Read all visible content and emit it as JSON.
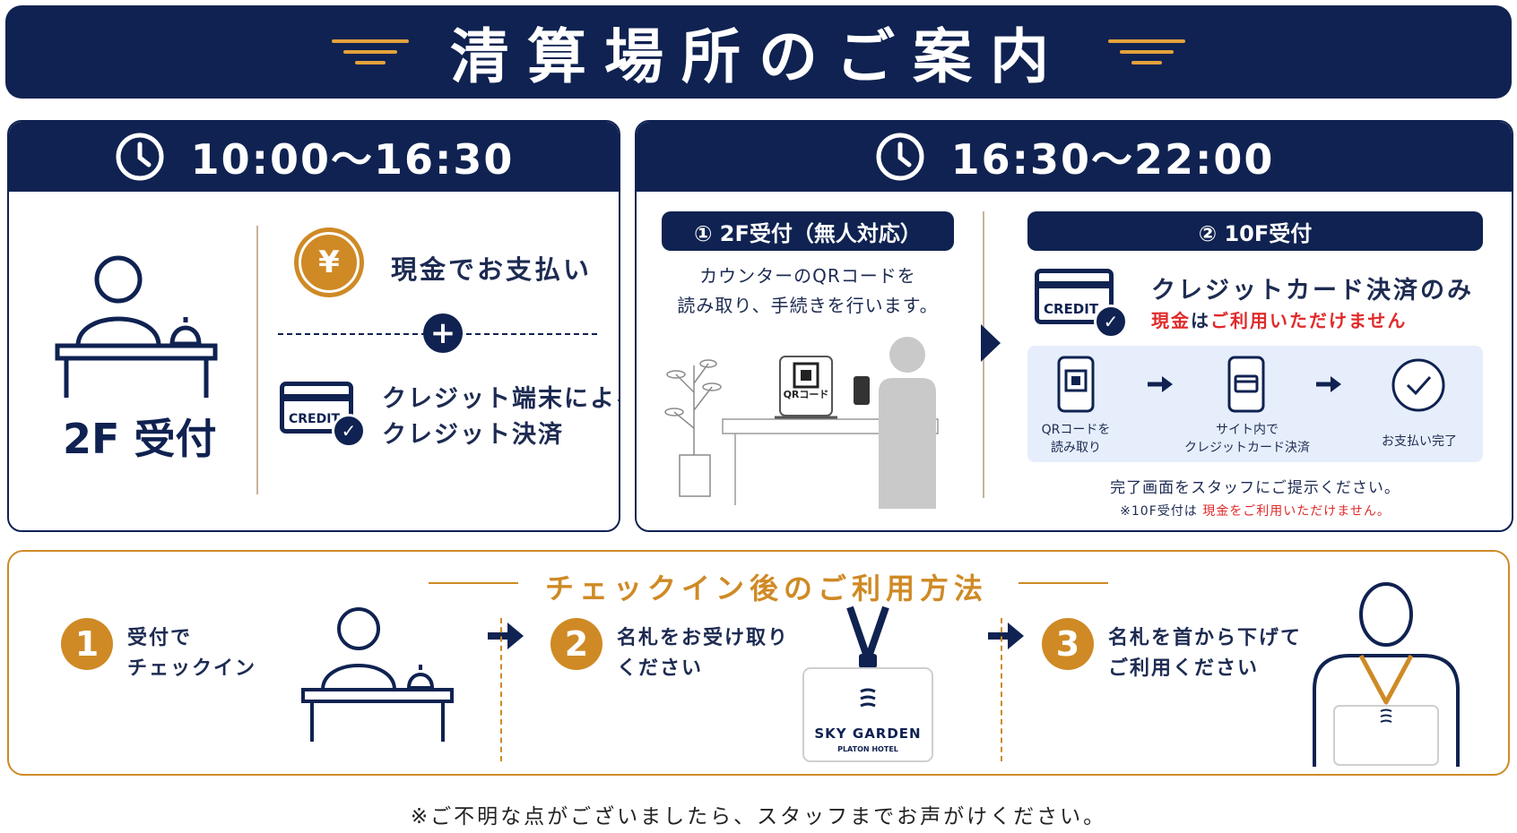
{
  "title": "清算場所のご案内",
  "left_panel": {
    "time": "10:00～16:30",
    "reception": "2F 受付",
    "cash_label": "現金でお支払い",
    "yen_symbol": "¥",
    "plus_symbol": "+",
    "credit_card_text": "CREDIT",
    "credit_line1": "クレジット端末による",
    "credit_line2": "クレジット決済"
  },
  "right_panel": {
    "time": "16:30～22:00",
    "section1": {
      "pill": "① 2F受付（無人対応）",
      "text_line1": "カウンターのQRコードを",
      "text_line2": "読み取り、手続きを行います。",
      "stand_label": "QRコード"
    },
    "section2": {
      "pill": "② 10F受付",
      "credit_card_text": "CREDIT",
      "heading": "クレジットカード決済のみ",
      "note_red1": "現金",
      "note_mid": "は",
      "note_red2": "ご利用いただけません",
      "steps": [
        {
          "label_line1": "QRコードを",
          "label_line2": "読み取り"
        },
        {
          "label_line1": "サイト内で",
          "label_line2": "クレジットカード決済"
        },
        {
          "label_line1": "お支払い完了",
          "label_line2": ""
        }
      ],
      "footer_line1": "完了画面をスタッフにご提示ください。",
      "footer_note_prefix": "※10F受付は",
      "footer_note_red": "現金をご利用いただけません。"
    }
  },
  "checkin": {
    "title": "チェックイン後のご利用方法",
    "steps": [
      {
        "number": "1",
        "line1": "受付で",
        "line2": "チェックイン"
      },
      {
        "number": "2",
        "line1": "名札をお受け取り",
        "line2": "ください"
      },
      {
        "number": "3",
        "line1": "名札を首から下げて",
        "line2": "ご利用ください"
      }
    ],
    "badge_brand": "SKY GARDEN",
    "badge_sub": "PLATON HOTEL"
  },
  "footer": "※ご不明な点がございましたら、スタッフまでお声がけください。",
  "colors": {
    "navy": "#0f2251",
    "gold": "#cf8a25",
    "red": "#e02a2a",
    "light_blue": "#e6eefb"
  }
}
